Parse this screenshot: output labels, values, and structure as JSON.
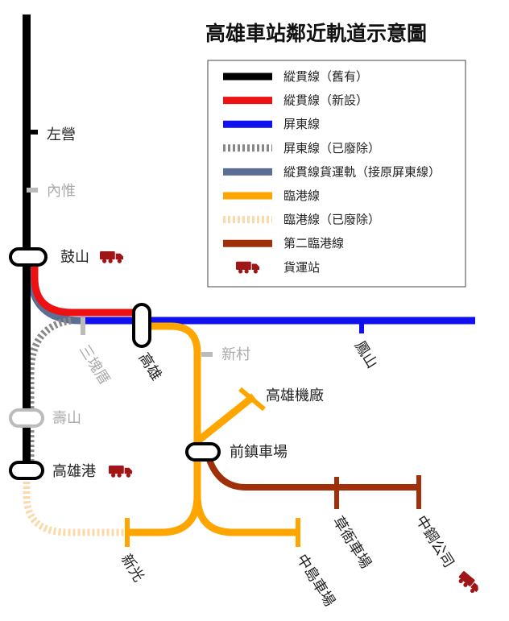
{
  "title": "高雄車站鄰近軌道示意圖",
  "legend": [
    {
      "label": "縱貫線（舊有）",
      "color": "#000000",
      "style": "solid"
    },
    {
      "label": "縱貫線（新設）",
      "color": "#ee1111",
      "style": "solid"
    },
    {
      "label": "屏東線",
      "color": "#1111ee",
      "style": "solid"
    },
    {
      "label": "屏東線（已廢除）",
      "color": "#888888",
      "style": "dashed"
    },
    {
      "label": "縱貫線貨運軌（接原屏東線）",
      "color": "#5b6e94",
      "style": "solid"
    },
    {
      "label": "臨港線",
      "color": "#ffa500",
      "style": "solid"
    },
    {
      "label": "臨港線（已廢除）",
      "color": "#fcd9a8",
      "style": "dashed"
    },
    {
      "label": "第二臨港線",
      "color": "#a0300a",
      "style": "solid"
    },
    {
      "label": "貨運站",
      "color": "#a01515",
      "style": "icon",
      "icon": "freight-truck-icon"
    }
  ],
  "stations": {
    "zuoying": "左營",
    "neiwei": "內惟",
    "gushan": "鼓山",
    "sankuaicuo": "三塊厝",
    "kaohsiung": "高雄",
    "xincun": "新村",
    "fengshan": "鳳山",
    "shoushan": "壽山",
    "kaohsiung_port": "高雄港",
    "depot": "高雄機廠",
    "qianzhen": "前鎮車場",
    "caoya": "草衙車場",
    "china_steel": "中鋼公司",
    "xinguang": "新光",
    "zhongdao": "中島車場"
  },
  "colors": {
    "black": "#000000",
    "red": "#ee1111",
    "blue": "#1111ee",
    "gray": "#888888",
    "slate": "#5b6e94",
    "orange": "#ffa500",
    "peach": "#fcd9a8",
    "brown": "#a0300a",
    "freight": "#a01515",
    "inactive": "#bbbbbb"
  }
}
